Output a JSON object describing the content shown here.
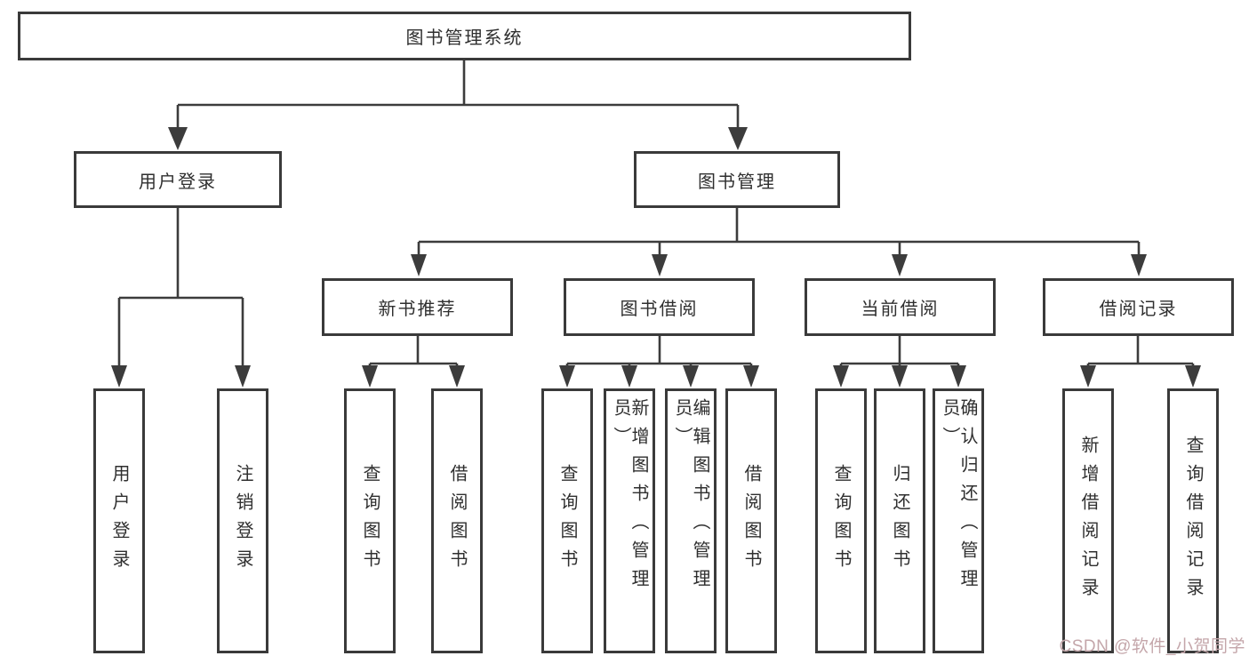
{
  "nodes": {
    "root": "图书管理系统",
    "level2": [
      "用户登录",
      "图书管理"
    ],
    "level3": [
      "新书推荐",
      "图书借阅",
      "当前借阅",
      "借阅记录"
    ],
    "leaves": [
      "用户登录",
      "注销登录",
      "查询图书",
      "借阅图书",
      "查询图书",
      "新增图书（管理员）",
      "编辑图书（管理员）",
      "借阅图书",
      "查询图书",
      "归还图书",
      "确认归还（管理员）",
      "新增借阅记录",
      "查询借阅记录"
    ]
  },
  "watermark": {
    "text": "CSDN @软件_小贺同学"
  },
  "colors": {
    "line": "#3c3c3c",
    "box_border": "#3a3a3a",
    "text": "#2f2f2f",
    "watermark": "#c4a6aa",
    "bg": "#ffffff"
  }
}
